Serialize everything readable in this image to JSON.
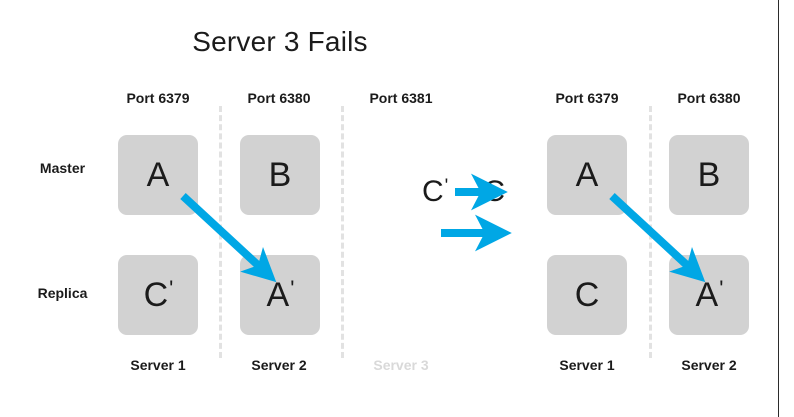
{
  "slide": {
    "title": "Server 3 Fails",
    "background_color": "#ffffff",
    "accent_color": "#00a7e5",
    "box_color": "#d2d2d2",
    "divider_color": "#e2e2e2",
    "dim_text_color": "#d9d9d9"
  },
  "row_labels": {
    "master": "Master",
    "replica": "Replica"
  },
  "left_group": {
    "ports": [
      {
        "label": "Port 6379",
        "dim": false
      },
      {
        "label": "Port 6380",
        "dim": false
      },
      {
        "label": "Port 6381",
        "dim": false
      }
    ],
    "servers": [
      {
        "label": "Server 1",
        "dim": false
      },
      {
        "label": "Server 2",
        "dim": false
      },
      {
        "label": "Server 3",
        "dim": true
      }
    ],
    "masters": [
      {
        "letter": "A",
        "prime": false
      },
      {
        "letter": "B",
        "prime": false
      }
    ],
    "replicas": [
      {
        "letter": "C",
        "prime": true
      },
      {
        "letter": "A",
        "prime": true
      }
    ]
  },
  "right_group": {
    "ports": [
      {
        "label": "Port 6379",
        "dim": false
      },
      {
        "label": "Port 6380",
        "dim": false
      }
    ],
    "servers": [
      {
        "label": "Server 1",
        "dim": false
      },
      {
        "label": "Server 2",
        "dim": false
      }
    ],
    "masters": [
      {
        "letter": "A",
        "prime": false
      },
      {
        "letter": "B",
        "prime": false
      }
    ],
    "replicas": [
      {
        "letter": "C",
        "prime": false
      },
      {
        "letter": "A",
        "prime": true
      }
    ]
  },
  "legend": {
    "from_letter": "C",
    "from_prime": true,
    "to_letter": "C",
    "to_prime": false,
    "arrow_icon": "right-arrow-icon"
  },
  "icons": {
    "replication_arrow": "diagonal-arrow-icon",
    "promotion_arrow": "right-arrow-icon"
  }
}
